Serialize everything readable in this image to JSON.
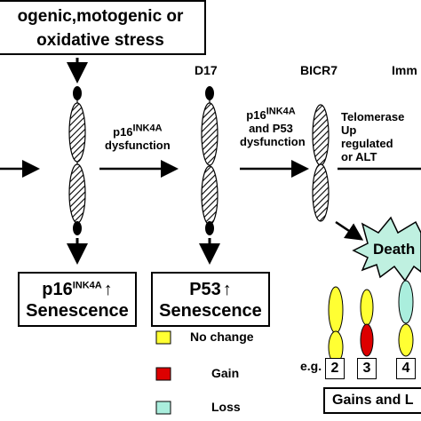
{
  "stress": {
    "line1": "ogenic,motogenic or",
    "line2": "oxidative stress"
  },
  "stages": {
    "d17": "D17",
    "bicr7": "BICR7",
    "imm": "Imm"
  },
  "transitions": {
    "t1_a": "p16",
    "t1_sup": "INK4A",
    "t1_b": "dysfunction",
    "t2_a": "p16",
    "t2_sup": "INK4A",
    "t2_b": "and P53",
    "t2_c": "dysfunction",
    "t3_a": "Telomerase",
    "t3_b": "Up",
    "t3_c": "regulated",
    "t3_d": "or ALT"
  },
  "boxes": {
    "b1_main": "p16",
    "b1_sup": "INK4A",
    "b1_arrow": "↑",
    "b1_sub": "Senescence",
    "b2_main": "P53",
    "b2_arrow": "↑",
    "b2_sub": "Senescence"
  },
  "death": "Death",
  "legend": {
    "items": [
      {
        "label": "No change",
        "color": "#ffff33"
      },
      {
        "label": "Gain",
        "color": "#dd0000"
      },
      {
        "label": "Loss",
        "color": "#aaeedd"
      }
    ]
  },
  "examples": {
    "eg": "e.g.",
    "nums": [
      "2",
      "3",
      "4"
    ],
    "gains": "Gains and L"
  },
  "colors": {
    "yellow": "#ffff33",
    "red": "#dd0000",
    "teal": "#aaeedd",
    "death": "#bff0e0"
  }
}
